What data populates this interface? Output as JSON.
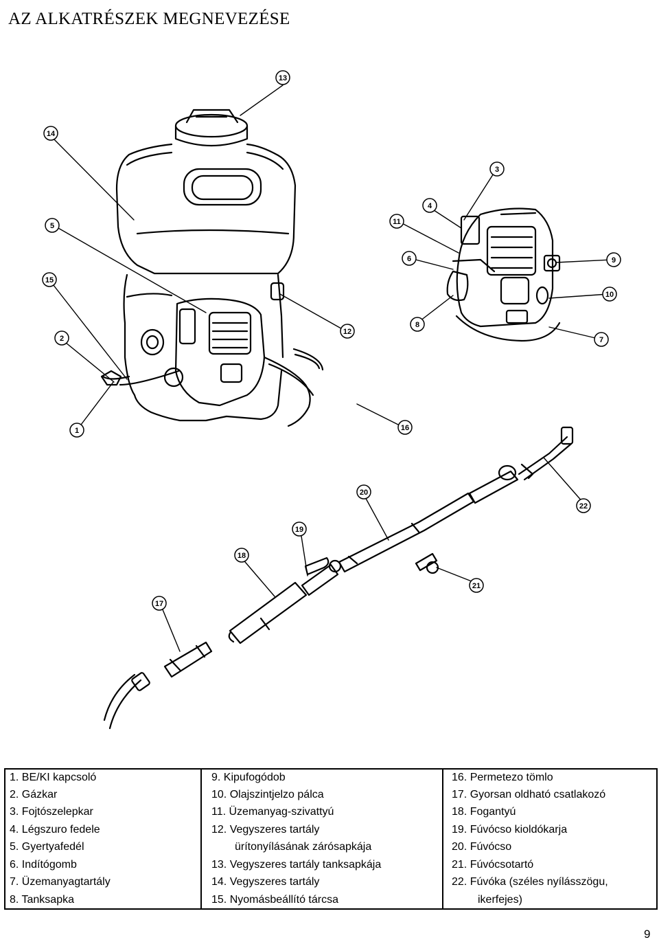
{
  "page": {
    "title": "AZ ALKATRÉSZEK MEGNEVEZÉSE",
    "page_number": "9"
  },
  "callouts": [
    "1",
    "2",
    "3",
    "4",
    "5",
    "6",
    "7",
    "8",
    "9",
    "10",
    "11",
    "12",
    "13",
    "14",
    "15",
    "16",
    "17",
    "18",
    "19",
    "20",
    "21",
    "22"
  ],
  "parts_table": {
    "col1": [
      "1. BE/KI kapcsoló",
      "2. Gázkar",
      "3. Fojtószelepkar",
      "4. Légszuro fedele",
      "5. Gyertyafedél",
      "6. Indítógomb",
      "7. Üzemanyagtartály",
      "8. Tanksapka"
    ],
    "col2": [
      "9. Kipufogódob",
      "10. Olajszintjelzo pálca",
      "11. Üzemanyag-szivattyú",
      "12. Vegyszeres tartály",
      "ürítonyílásának zárósapkája",
      "13. Vegyszeres tartály tanksapkája",
      "14. Vegyszeres tartály",
      "15. Nyomásbeállító tárcsa"
    ],
    "col3": [
      "16. Permetezo tömlo",
      "17. Gyorsan oldható csatlakozó",
      "18. Fogantyú",
      "19. Fúvócso kioldókarja",
      "20. Fúvócso",
      "21. Fúvócsotartó",
      "22. Fúvóka (széles nyílásszögu,",
      "ikerfejes)"
    ]
  }
}
